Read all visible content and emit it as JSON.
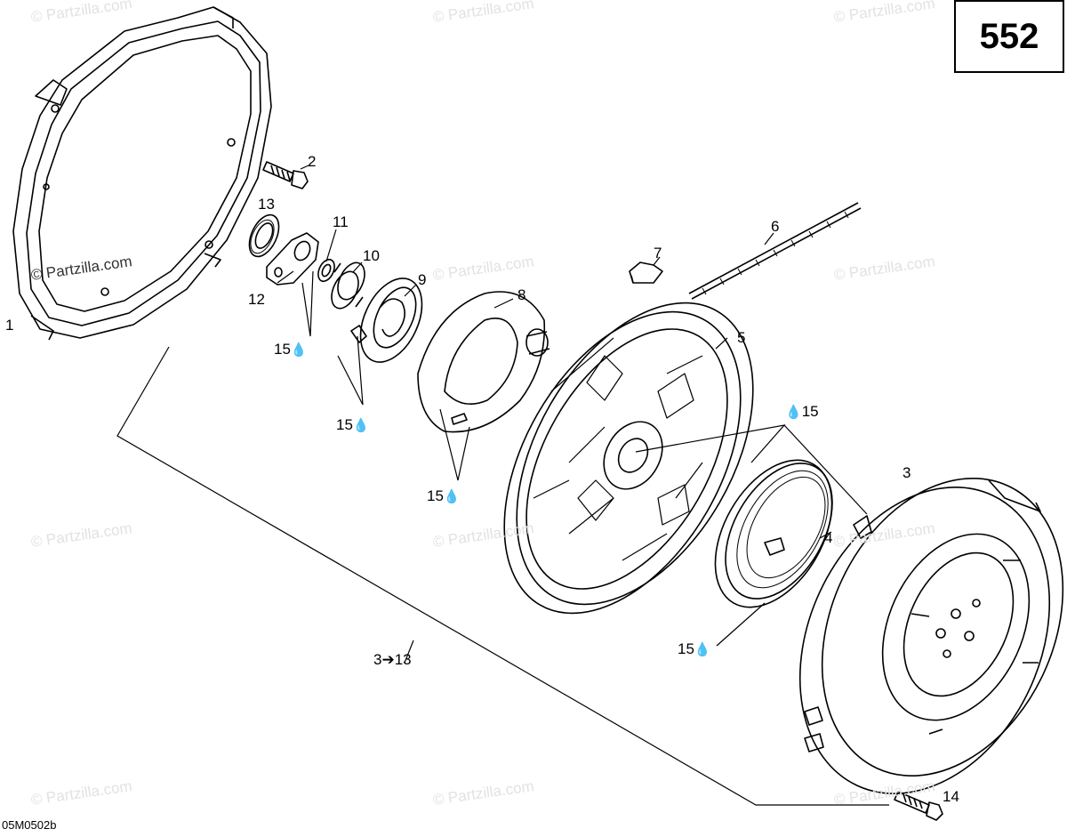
{
  "page_number": "552",
  "drawing_code": "05M0502b",
  "watermark_text": "© Partzilla.com",
  "callouts": {
    "c1": "1",
    "c2": "2",
    "c3": "3",
    "c4": "4",
    "c5": "5",
    "c6": "6",
    "c7": "7",
    "c8": "8",
    "c9": "9",
    "c10": "10",
    "c11": "11",
    "c12": "12",
    "c13": "13",
    "c14": "14"
  },
  "lubricant_ref": "15",
  "drop_icon": "drop-icon",
  "range_label": "3➔13"
}
